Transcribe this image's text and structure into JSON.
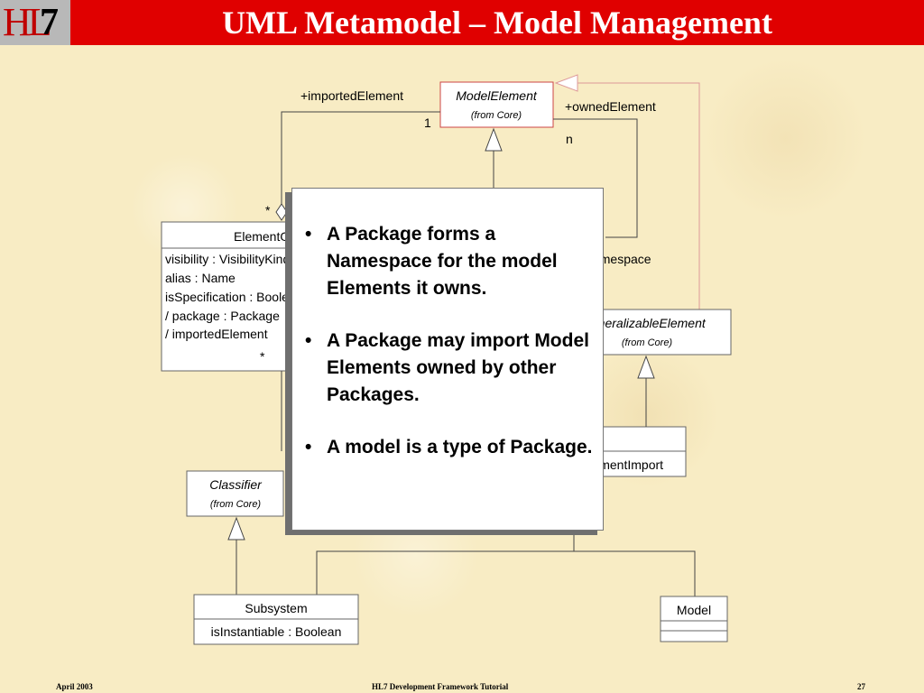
{
  "header": {
    "logo_text": "HL",
    "logo_digit": "7",
    "title": "UML Metamodel – Model Management"
  },
  "diagram": {
    "model_element": {
      "name": "ModelElement",
      "stereo": "(from Core)"
    },
    "element_ownership": {
      "name": "ElementOwnership",
      "attrs": [
        "visibility : VisibilityKind",
        "alias : Name",
        "isSpecification : Boolean",
        "/ package : Package",
        "/ importedElement"
      ]
    },
    "generalizable_element": {
      "name": "GeneralizableElement",
      "stereo": "(from Core)"
    },
    "element_import": {
      "name": "ElementImport"
    },
    "classifier": {
      "name": "Classifier",
      "stereo": "(from Core)"
    },
    "subsystem": {
      "name": "Subsystem",
      "attr": "isInstantiable : Boolean"
    },
    "model": {
      "name": "Model"
    },
    "labels": {
      "imported_element": "+importedElement",
      "owned_element": "+ownedElement",
      "mult_one": "1",
      "mult_n": "n",
      "mult_star_top": "*",
      "mult_star_bottom": "*",
      "namespace": "+namespace"
    }
  },
  "overlay": {
    "bullet": "•",
    "bullets": [
      "A Package forms a Namespace for the model Elements it owns.",
      "A Package may import Model Elements owned by other Packages.",
      "A model is a type of Package."
    ]
  },
  "footer": {
    "date": "April 2003",
    "course": "HL7 Development Framework Tutorial",
    "page": "27"
  }
}
